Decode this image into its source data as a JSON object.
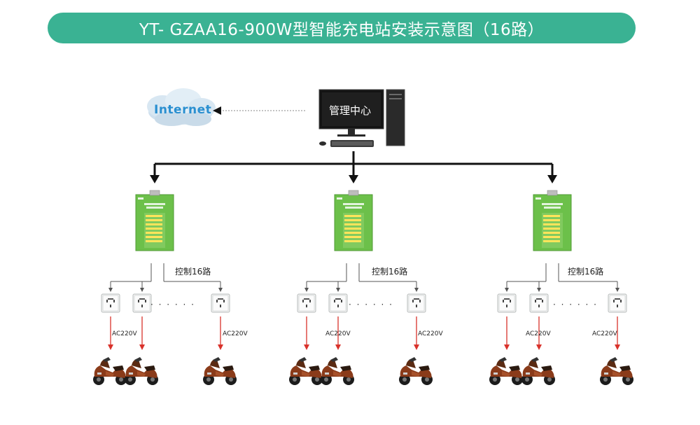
{
  "title": "YT- GZAA16-900W型智能充电站安装示意图（16路）",
  "internet_label": "Internet",
  "management_label": "管理中心",
  "control_label": "控制16路",
  "ac_label": "AC220V",
  "dots": "· · · · · ·",
  "colors": {
    "title_bg": "#3ab293",
    "title_text": "#ffffff",
    "internet_text": "#2a8fd0",
    "cabinet_green": "#6cc04a",
    "power_arrow": "#d9322b",
    "connector": "#111111"
  },
  "icons": {
    "cloud": "cloud-icon",
    "computer": "computer-icon",
    "cabinet": "charging-cabinet-icon",
    "socket": "socket-icon",
    "scooter": "scooter-icon"
  }
}
